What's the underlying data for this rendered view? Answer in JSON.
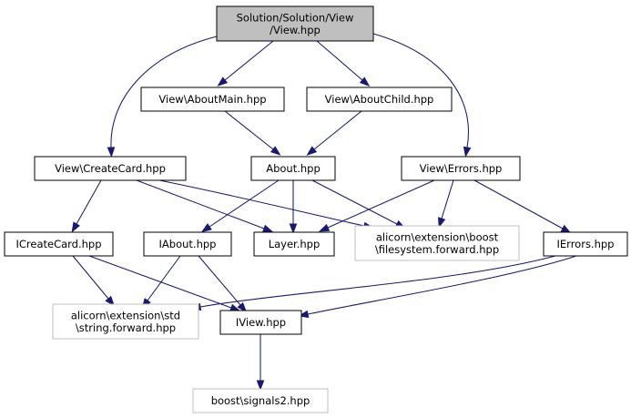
{
  "diagram": {
    "nodes": [
      {
        "id": "root",
        "lines": [
          "Solution/Solution/View",
          "/View.hpp"
        ],
        "style": "root"
      },
      {
        "id": "aboutmain",
        "lines": [
          "View\\AboutMain.hpp"
        ],
        "style": "normal"
      },
      {
        "id": "aboutchild",
        "lines": [
          "View\\AboutChild.hpp"
        ],
        "style": "normal"
      },
      {
        "id": "createcard",
        "lines": [
          "View\\CreateCard.hpp"
        ],
        "style": "normal"
      },
      {
        "id": "about",
        "lines": [
          "About.hpp"
        ],
        "style": "normal"
      },
      {
        "id": "errors",
        "lines": [
          "View\\Errors.hpp"
        ],
        "style": "normal"
      },
      {
        "id": "icreatecard",
        "lines": [
          "ICreateCard.hpp"
        ],
        "style": "normal"
      },
      {
        "id": "iabout",
        "lines": [
          "IAbout.hpp"
        ],
        "style": "normal"
      },
      {
        "id": "layer",
        "lines": [
          "Layer.hpp"
        ],
        "style": "normal"
      },
      {
        "id": "fsforward",
        "lines": [
          "alicorn\\extension\\boost",
          "\\filesystem.forward.hpp"
        ],
        "style": "external"
      },
      {
        "id": "ierrors",
        "lines": [
          "IErrors.hpp"
        ],
        "style": "normal"
      },
      {
        "id": "strforward",
        "lines": [
          "alicorn\\extension\\std",
          "\\string.forward.hpp"
        ],
        "style": "external"
      },
      {
        "id": "iview",
        "lines": [
          "IView.hpp"
        ],
        "style": "normal"
      },
      {
        "id": "signals2",
        "lines": [
          "boost\\signals2.hpp"
        ],
        "style": "external"
      }
    ],
    "edges": [
      {
        "from": "root",
        "to": "aboutmain"
      },
      {
        "from": "root",
        "to": "aboutchild"
      },
      {
        "from": "root",
        "to": "createcard"
      },
      {
        "from": "root",
        "to": "errors"
      },
      {
        "from": "aboutmain",
        "to": "about"
      },
      {
        "from": "aboutchild",
        "to": "about"
      },
      {
        "from": "createcard",
        "to": "icreatecard"
      },
      {
        "from": "createcard",
        "to": "layer"
      },
      {
        "from": "createcard",
        "to": "fsforward"
      },
      {
        "from": "about",
        "to": "iabout"
      },
      {
        "from": "about",
        "to": "layer"
      },
      {
        "from": "about",
        "to": "fsforward"
      },
      {
        "from": "errors",
        "to": "layer"
      },
      {
        "from": "errors",
        "to": "fsforward"
      },
      {
        "from": "errors",
        "to": "ierrors"
      },
      {
        "from": "icreatecard",
        "to": "strforward"
      },
      {
        "from": "icreatecard",
        "to": "iview"
      },
      {
        "from": "iabout",
        "to": "strforward"
      },
      {
        "from": "iabout",
        "to": "iview"
      },
      {
        "from": "ierrors",
        "to": "strforward"
      },
      {
        "from": "ierrors",
        "to": "iview"
      },
      {
        "from": "iview",
        "to": "signals2"
      }
    ]
  }
}
